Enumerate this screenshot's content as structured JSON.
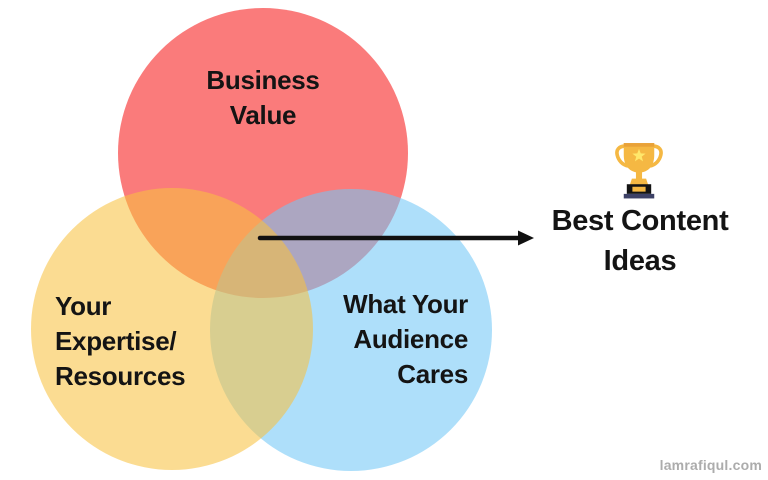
{
  "venn": {
    "circles": [
      {
        "name": "business-value",
        "label_lines": [
          "Business",
          "Value"
        ],
        "fill": "rgba(246,22,22,0.57)",
        "display_color": "#FA7A7A"
      },
      {
        "name": "your-expertise-resources",
        "label_lines": [
          "Your",
          "Expertise/",
          "Resources"
        ],
        "fill": "rgba(248,194,64,0.57)",
        "display_color": "#FBDC92"
      },
      {
        "name": "what-your-audience-cares",
        "label_lines": [
          "What Your",
          "Audience",
          "Cares"
        ],
        "fill": "rgba(113,199,246,0.57)",
        "display_color": "#AEDFFA"
      }
    ],
    "overlap_colors": {
      "red_yellow": "#F9A050",
      "red_blue": "#9B94BF",
      "yellow_blue": "#C4CC95",
      "center": "#CDB272"
    }
  },
  "arrow": {
    "color": "#111111"
  },
  "result": {
    "label_lines": [
      "Best Content",
      "Ideas"
    ]
  },
  "trophy": {
    "cup": "#F5B843",
    "rim": "#E9A238",
    "star": "#FFE76B",
    "base": "#141414",
    "stand": "#3D4166"
  },
  "text_color": "#141414",
  "watermark": {
    "text": "lamrafiqul.com",
    "color": "#ACACAC"
  }
}
